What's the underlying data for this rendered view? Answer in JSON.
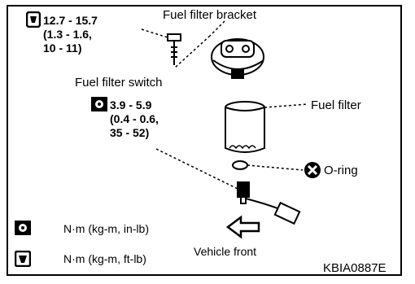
{
  "labels": {
    "fuel_filter_bracket": "Fuel filter bracket",
    "fuel_filter_switch": "Fuel filter switch",
    "fuel_filter": "Fuel filter",
    "o_ring": "O-ring",
    "vehicle_front": "Vehicle front"
  },
  "torque_bracket": {
    "line1": "12.7 - 15.7",
    "line2": "(1.3 - 1.6,",
    "line3": "10 - 11)"
  },
  "torque_switch": {
    "line1": "3.9 - 5.9",
    "line2": "(0.4 - 0.6,",
    "line3": "35 - 52)"
  },
  "legend": {
    "inlb": "N·m (kg-m, in-lb)",
    "ftlb": "N·m (kg-m, ft-lb)"
  },
  "figure_code": "KBIA0887E",
  "icons": {
    "torque_ftlb": "torque-wrench-ftlb-icon",
    "torque_inlb": "torque-wrench-inlb-icon",
    "replace": "do-not-reuse-icon",
    "arrow": "vehicle-front-arrow-icon"
  }
}
